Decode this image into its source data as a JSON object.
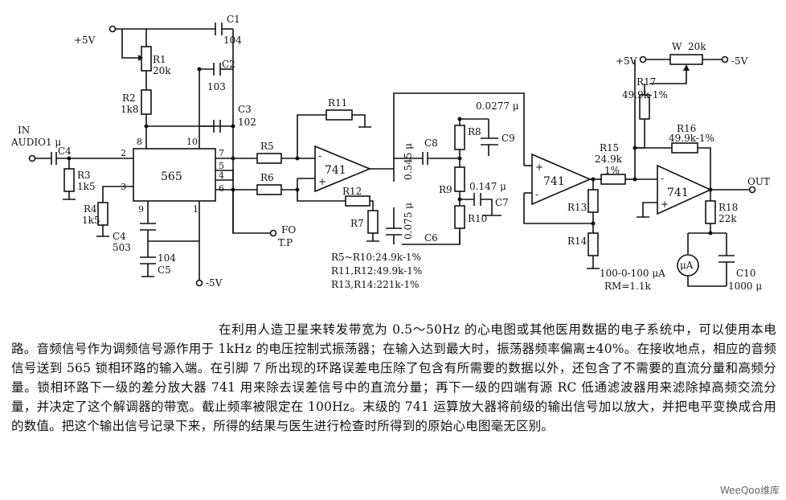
{
  "labels": {
    "plus5v_top": "+5V",
    "r1": "R1",
    "r1_value": "20k",
    "c1": "C1",
    "c1_value": "104",
    "c2": "C2",
    "c2_value": "103",
    "r2": "R2",
    "r2_value": "1k8",
    "c3": "C3",
    "c3_value": "102",
    "in": "IN",
    "audio": "AUDIO1 μ",
    "c4_in": "C4",
    "r3": "R3",
    "r3_value": "1k5",
    "r4": "R4",
    "r4_value": "1k5",
    "c4": "C4",
    "c4_value": "503",
    "c5": "C5",
    "c5_value": "104",
    "minus5v_bottom": "-5V",
    "ic565": "565",
    "pin2": "2",
    "pin3": "3",
    "pin8": "8",
    "pin10": "10",
    "pin7": "7",
    "pin5": "5",
    "pin4": "4",
    "pin6": "6",
    "pin9": "9",
    "pin1": "1",
    "r5": "R5",
    "r6": "R6",
    "r11": "R11",
    "r12": "R12",
    "r7": "R7",
    "opamp1": "741",
    "fo": "FO",
    "tp": "T.P",
    "notes": [
      "R5~R10:24.9k-1%",
      "R11,R12:49.9k-1%",
      "R13,R14:221k-1%"
    ],
    "c8": "C8",
    "c8_value": "0.545 μ",
    "c6": "C6",
    "c6_value": "0.075 μ",
    "r8": "R8",
    "r9": "R9",
    "r10": "R10",
    "c9": "C9",
    "c9_value": "0.0277 μ",
    "c7": "C7",
    "c7_value": "0.147 μ",
    "opamp2": "741",
    "r13": "R13",
    "r14": "R14",
    "r15": "R15",
    "r15_value": "24.9k",
    "r15_tol": "1%",
    "plus5v_right": "+5V",
    "w": "W",
    "w_value": "20k",
    "minus5v_right": "-5V",
    "r17": "R17",
    "r17_value": "49.9k-1%",
    "r16": "R16",
    "r16_value": "49.9k-1%",
    "opamp3": "741",
    "out": "OUT",
    "r18": "R18",
    "r18_value": "22k",
    "meter": "μA",
    "meter_range": "100-0-100 μA",
    "meter_rm": "RM=1.1k",
    "c10": "C10",
    "c10_value": "1000 μ"
  },
  "caption": "在利用人造卫星来转发带宽为 0.5～50Hz 的心电图或其他医用数据的电子系统中，可以使用本电路。音频信号作为调频信号源作用于 1kHz 的电压控制式振荡器；在输入达到最大时，振荡器频率偏离±40%。在接收地点，相应的音频信号送到 565 锁相环路的输入端。在引脚 7 所出现的环路误差电压除了包含有所需要的数据以外，还包含了不需要的直流分量和高频分量。锁相环路下一级的差分放大器 741 用来除去误差信号中的直流分量；再下一级的四端有源 RC 低通滤波器用来滤除掉高频交流分量，并决定了这个解调器的带宽。截止频率被限定在 100Hz。末级的 741 运算放大器将前级的输出信号加以放大，并把电平变换成合用的数值。把这个输出信号记录下来，所得的结果与医生进行检查时所得到的原始心电图毫无区别。",
  "watermark": "WeeQoo维库"
}
